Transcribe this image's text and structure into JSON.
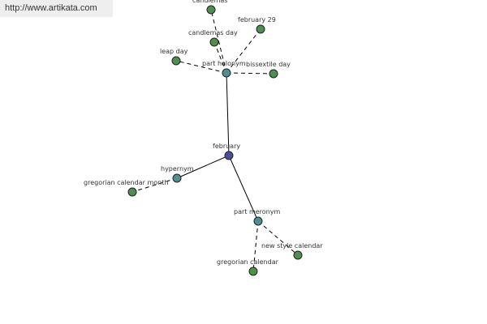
{
  "watermark": {
    "text": "http://www.artikata.com"
  },
  "colors": {
    "center": "#4a4f9a",
    "relation": "#4f8f8f",
    "leaf": "#4e8f4e",
    "stroke": "#222222",
    "edge": "#000000"
  },
  "graph": {
    "nodes": [
      {
        "id": "february",
        "label": "february",
        "kind": "center"
      },
      {
        "id": "part-holonym",
        "label": "part holonym",
        "kind": "relation"
      },
      {
        "id": "hypernym",
        "label": "hypernym",
        "kind": "relation"
      },
      {
        "id": "part-meronym",
        "label": "part meronym",
        "kind": "relation"
      },
      {
        "id": "candlemas",
        "label": "candlemas",
        "kind": "leaf"
      },
      {
        "id": "candlemas-day",
        "label": "candlemas day",
        "kind": "leaf"
      },
      {
        "id": "february-29",
        "label": "february 29",
        "kind": "leaf"
      },
      {
        "id": "leap-day",
        "label": "leap day",
        "kind": "leaf"
      },
      {
        "id": "bissextile-day",
        "label": "bissextile day",
        "kind": "leaf"
      },
      {
        "id": "gregorian-calendar-month",
        "label": "gregorian calendar month",
        "kind": "leaf"
      },
      {
        "id": "new-style-calendar",
        "label": "new style calendar",
        "kind": "leaf"
      },
      {
        "id": "gregorian-calendar",
        "label": "gregorian calendar",
        "kind": "leaf"
      }
    ],
    "edges": [
      {
        "from": "february",
        "to": "part-holonym",
        "style": "solid"
      },
      {
        "from": "february",
        "to": "hypernym",
        "style": "solid"
      },
      {
        "from": "february",
        "to": "part-meronym",
        "style": "solid"
      },
      {
        "from": "part-holonym",
        "to": "candlemas",
        "style": "dashed"
      },
      {
        "from": "part-holonym",
        "to": "candlemas-day",
        "style": "dashed"
      },
      {
        "from": "part-holonym",
        "to": "february-29",
        "style": "dashed"
      },
      {
        "from": "part-holonym",
        "to": "leap-day",
        "style": "dashed"
      },
      {
        "from": "part-holonym",
        "to": "bissextile-day",
        "style": "dashed"
      },
      {
        "from": "hypernym",
        "to": "gregorian-calendar-month",
        "style": "dashed"
      },
      {
        "from": "part-meronym",
        "to": "new-style-calendar",
        "style": "dashed"
      },
      {
        "from": "part-meronym",
        "to": "gregorian-calendar",
        "style": "dashed"
      }
    ]
  }
}
